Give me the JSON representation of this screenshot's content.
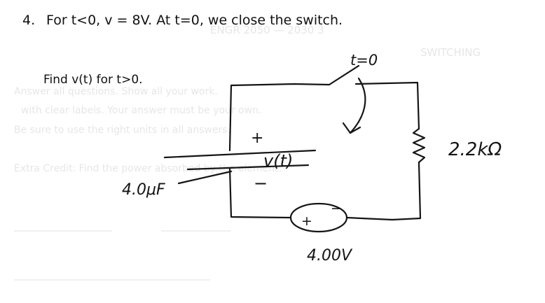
{
  "problem": {
    "number": "4.",
    "statement": "For t<0, v = 8V.  At t=0, we close the switch."
  },
  "question": "Find v(t) for t>0.",
  "annotations": {
    "switch_time": "t=0",
    "resistor_value": "2.2kΩ",
    "capacitor_value": "4.0μF",
    "voltage_label": "v(t)",
    "capacitor_plus": "+",
    "capacitor_minus": "−",
    "source_value": "4.00V",
    "source_plus": "+",
    "source_minus": "−"
  },
  "colors": {
    "ink": "#141414",
    "background": "#ffffff",
    "bleed_through": "#b9b9b9"
  }
}
